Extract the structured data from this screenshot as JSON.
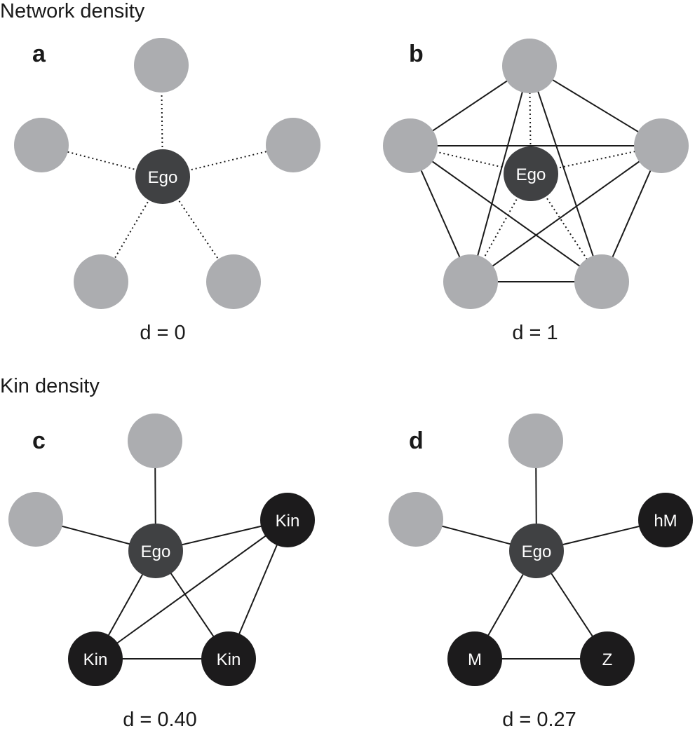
{
  "colors": {
    "alter": "#acadb0",
    "ego": "#404143",
    "kin": "#1c1b1c",
    "edge": "#1a1a1a"
  },
  "sections": {
    "network_density": "Network density",
    "kin_density": "Kin density"
  },
  "panels": [
    {
      "id": "a",
      "letter": "a",
      "caption": "d = 0",
      "nodes": [
        {
          "id": "ego",
          "kind": "ego",
          "label": "Ego"
        },
        {
          "id": "top",
          "kind": "alter",
          "label": ""
        },
        {
          "id": "left",
          "kind": "alter",
          "label": ""
        },
        {
          "id": "right",
          "kind": "alter",
          "label": ""
        },
        {
          "id": "bottom-left",
          "kind": "alter",
          "label": ""
        },
        {
          "id": "bottom-right",
          "kind": "alter",
          "label": ""
        }
      ],
      "edges": [
        {
          "from": "ego",
          "to": "top",
          "style": "dotted"
        },
        {
          "from": "ego",
          "to": "left",
          "style": "dotted"
        },
        {
          "from": "ego",
          "to": "right",
          "style": "dotted"
        },
        {
          "from": "ego",
          "to": "bottom-left",
          "style": "dotted"
        },
        {
          "from": "ego",
          "to": "bottom-right",
          "style": "dotted"
        }
      ]
    },
    {
      "id": "b",
      "letter": "b",
      "caption": "d = 1",
      "nodes": [
        {
          "id": "ego",
          "kind": "ego",
          "label": "Ego"
        },
        {
          "id": "top",
          "kind": "alter",
          "label": ""
        },
        {
          "id": "left",
          "kind": "alter",
          "label": ""
        },
        {
          "id": "right",
          "kind": "alter",
          "label": ""
        },
        {
          "id": "bottom-left",
          "kind": "alter",
          "label": ""
        },
        {
          "id": "bottom-right",
          "kind": "alter",
          "label": ""
        }
      ],
      "edges": [
        {
          "from": "ego",
          "to": "top",
          "style": "dotted"
        },
        {
          "from": "ego",
          "to": "left",
          "style": "dotted"
        },
        {
          "from": "ego",
          "to": "right",
          "style": "dotted"
        },
        {
          "from": "ego",
          "to": "bottom-left",
          "style": "dotted"
        },
        {
          "from": "ego",
          "to": "bottom-right",
          "style": "dotted"
        },
        {
          "from": "top",
          "to": "left",
          "style": "solid"
        },
        {
          "from": "top",
          "to": "right",
          "style": "solid"
        },
        {
          "from": "top",
          "to": "bottom-left",
          "style": "solid"
        },
        {
          "from": "top",
          "to": "bottom-right",
          "style": "solid"
        },
        {
          "from": "left",
          "to": "right",
          "style": "solid"
        },
        {
          "from": "left",
          "to": "bottom-left",
          "style": "solid"
        },
        {
          "from": "left",
          "to": "bottom-right",
          "style": "solid"
        },
        {
          "from": "right",
          "to": "bottom-left",
          "style": "solid"
        },
        {
          "from": "right",
          "to": "bottom-right",
          "style": "solid"
        },
        {
          "from": "bottom-left",
          "to": "bottom-right",
          "style": "solid"
        }
      ]
    },
    {
      "id": "c",
      "letter": "c",
      "caption": "d = 0.40",
      "nodes": [
        {
          "id": "ego",
          "kind": "ego",
          "label": "Ego"
        },
        {
          "id": "top",
          "kind": "alter",
          "label": ""
        },
        {
          "id": "left",
          "kind": "alter",
          "label": ""
        },
        {
          "id": "right",
          "kind": "kin",
          "label": "Kin"
        },
        {
          "id": "bottom-left",
          "kind": "kin",
          "label": "Kin"
        },
        {
          "id": "bottom-right",
          "kind": "kin",
          "label": "Kin"
        }
      ],
      "edges": [
        {
          "from": "ego",
          "to": "top",
          "style": "solid"
        },
        {
          "from": "ego",
          "to": "left",
          "style": "solid"
        },
        {
          "from": "ego",
          "to": "right",
          "style": "solid"
        },
        {
          "from": "ego",
          "to": "bottom-left",
          "style": "solid"
        },
        {
          "from": "ego",
          "to": "bottom-right",
          "style": "solid"
        },
        {
          "from": "right",
          "to": "bottom-left",
          "style": "solid"
        },
        {
          "from": "right",
          "to": "bottom-right",
          "style": "solid"
        },
        {
          "from": "bottom-left",
          "to": "bottom-right",
          "style": "solid"
        }
      ]
    },
    {
      "id": "d",
      "letter": "d",
      "caption": "d = 0.27",
      "nodes": [
        {
          "id": "ego",
          "kind": "ego",
          "label": "Ego"
        },
        {
          "id": "top",
          "kind": "alter",
          "label": ""
        },
        {
          "id": "left",
          "kind": "alter",
          "label": ""
        },
        {
          "id": "right",
          "kind": "kin",
          "label": "hM"
        },
        {
          "id": "bottom-left",
          "kind": "kin",
          "label": "M"
        },
        {
          "id": "bottom-right",
          "kind": "kin",
          "label": "Z"
        }
      ],
      "edges": [
        {
          "from": "ego",
          "to": "top",
          "style": "solid"
        },
        {
          "from": "ego",
          "to": "left",
          "style": "solid"
        },
        {
          "from": "ego",
          "to": "right",
          "style": "solid"
        },
        {
          "from": "ego",
          "to": "bottom-left",
          "style": "solid"
        },
        {
          "from": "ego",
          "to": "bottom-right",
          "style": "solid"
        },
        {
          "from": "bottom-left",
          "to": "bottom-right",
          "style": "solid"
        }
      ]
    }
  ]
}
